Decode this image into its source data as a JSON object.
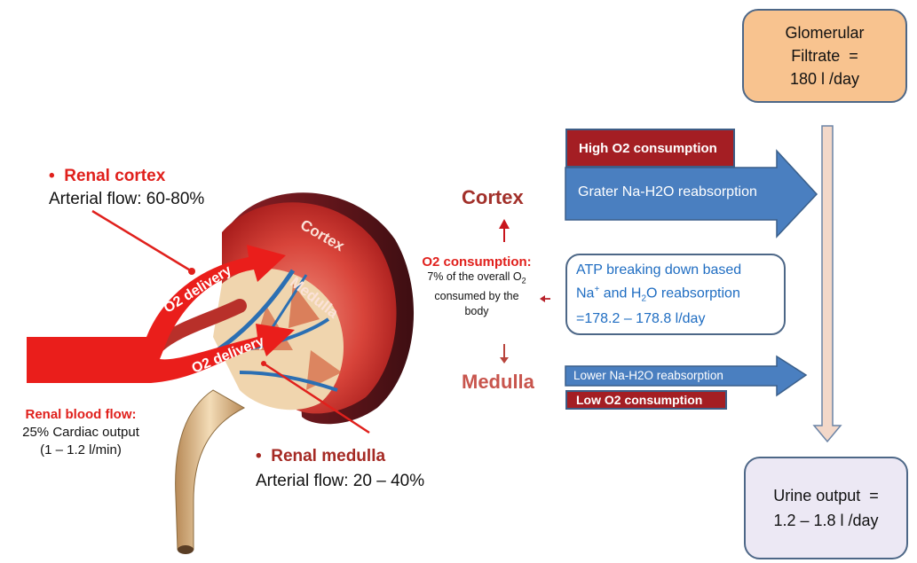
{
  "renal_cortex": {
    "bullet": "•",
    "title": "Renal cortex",
    "flow": "Arterial flow: 60-80%"
  },
  "renal_medulla": {
    "bullet": "•",
    "title": "Renal medulla",
    "flow": "Arterial flow: 20 – 40%"
  },
  "renal_blood_flow": {
    "title": "Renal blood flow:",
    "line1": "25% Cardiac output",
    "line2": "(1 – 1.2 l/min)"
  },
  "kidney_labels": {
    "cortex": "Cortex",
    "medulla": "Medulla",
    "o2_delivery_top": "O2 delivery",
    "o2_delivery_bottom": "O2 delivery"
  },
  "center": {
    "cortex": "Cortex",
    "medulla": "Medulla",
    "o2_title": "O2 consumption:",
    "o2_line1_pre": "7% of the overall O",
    "o2_line1_sub": "2",
    "o2_line2": "consumed by the",
    "o2_line3": "body"
  },
  "cortex_arrow": {
    "high": "High O2 consumption",
    "text": "Grater Na-H2O reabsorption"
  },
  "atp_box": {
    "line1": "ATP breaking down based",
    "line2_na": "Na",
    "line2_sup": "+",
    "line2_and": " and H",
    "line2_sub": "2",
    "line2_rest": "O reabsorption",
    "line3": "=178.2 – 178.8 l/day"
  },
  "medulla_arrow": {
    "text": "Lower Na-H2O reabsorption",
    "low": "Low O2 consumption"
  },
  "glomerular": {
    "line1": "Glomerular",
    "line2": "Filtrate  =",
    "line3": "180 l /day"
  },
  "urine": {
    "line1": "Urine output  =",
    "line2": "1.2 – 1.8 l /day"
  },
  "colors": {
    "red": "#e0201c",
    "maroon": "#a41e23",
    "blue_arrow": "#4a7fc0",
    "peach": "#f8c38f",
    "lavender": "#ece8f4"
  }
}
